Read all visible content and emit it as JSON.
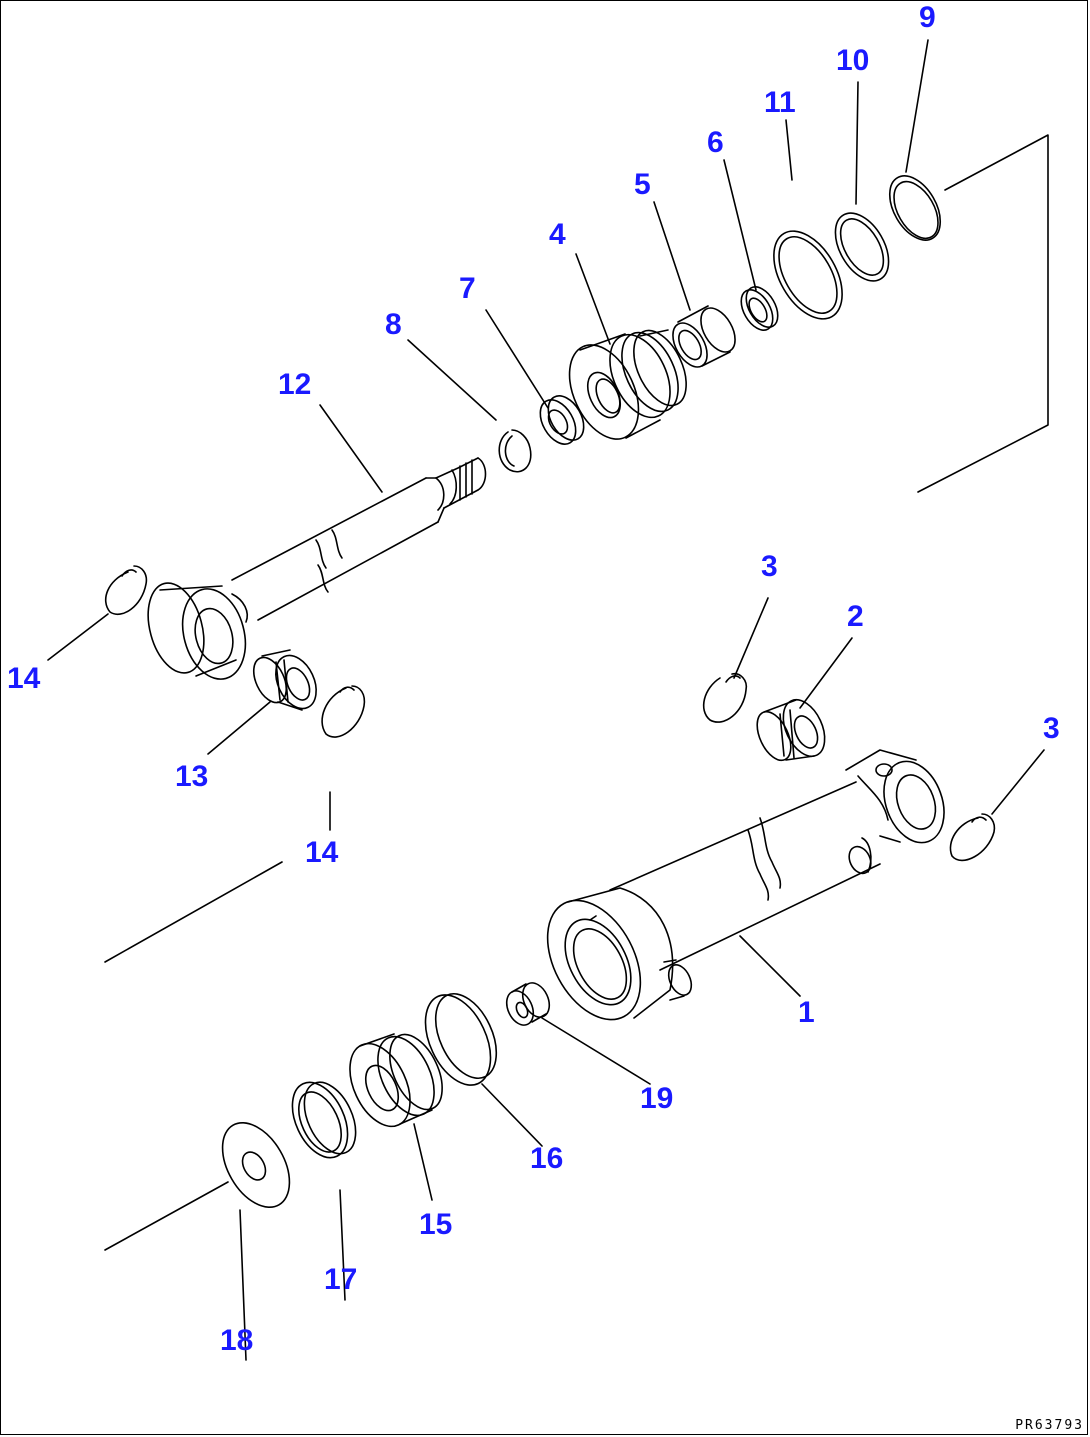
{
  "colors": {
    "callout": "#1a1aff",
    "line": "#000000",
    "background": "#ffffff"
  },
  "callouts": {
    "c1": "1",
    "c2": "2",
    "c3a": "3",
    "c3b": "3",
    "c4": "4",
    "c5": "5",
    "c6": "6",
    "c7": "7",
    "c8": "8",
    "c9": "9",
    "c10": "10",
    "c11": "11",
    "c12": "12",
    "c13": "13",
    "c14a": "14",
    "c14b": "14",
    "c15": "15",
    "c16": "16",
    "c17": "17",
    "c18": "18",
    "c19": "19"
  },
  "figure_code": "PR63793"
}
